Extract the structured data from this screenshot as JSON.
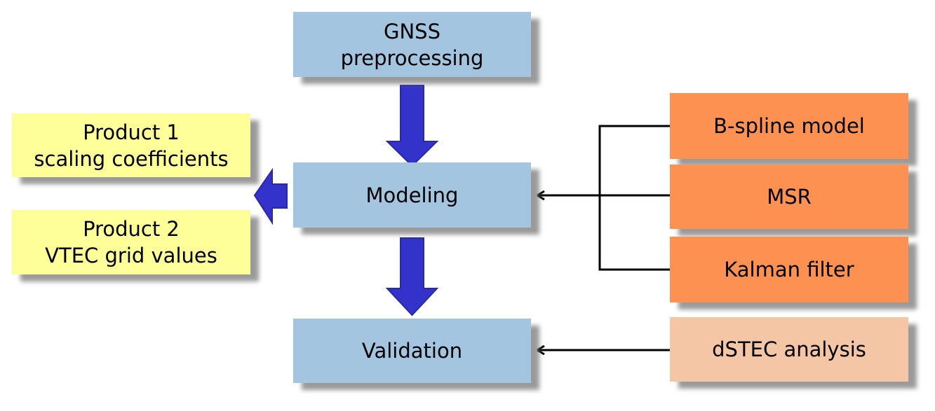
{
  "boxes": {
    "gnss": {
      "line1": "GNSS",
      "line2": "preprocessing"
    },
    "modeling": {
      "label": "Modeling"
    },
    "validation": {
      "label": "Validation"
    },
    "product1": {
      "line1": "Product 1",
      "line2": "scaling coefficients"
    },
    "product2": {
      "line1": "Product 2",
      "line2": "VTEC grid values"
    },
    "bspline": {
      "label": "B-spline model"
    },
    "msr": {
      "label": "MSR"
    },
    "kalman": {
      "label": "Kalman filter"
    },
    "dstec": {
      "label": "dSTEC analysis"
    }
  },
  "colors": {
    "process": "#a3c5df",
    "product": "#ffff99",
    "method": "#fd9152",
    "validation_method": "#f5c6a6",
    "flow_arrow": "#3333cc"
  }
}
